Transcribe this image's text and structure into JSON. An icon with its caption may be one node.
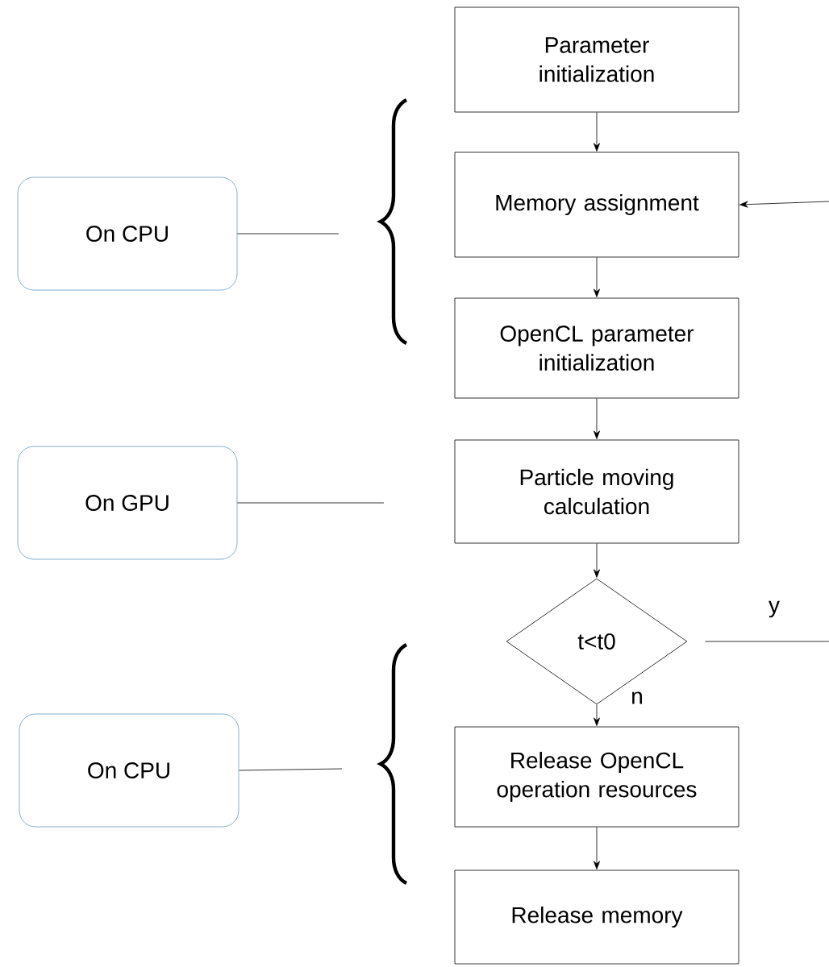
{
  "diagram": {
    "nodes": [
      {
        "text": [
          "Parameter initialization"
        ]
      },
      {
        "text": [
          "Memory assignment"
        ]
      },
      {
        "text": [
          "OpenCL parameter initialization"
        ]
      },
      {
        "text": [
          "Particle moving calculation"
        ]
      },
      {
        "text": [
          "t<t0"
        ]
      },
      {
        "text": [
          "Release OpenCL operation resources"
        ]
      },
      {
        "text": [
          "Release memory"
        ]
      },
      {
        "text": [
          "On CPU"
        ]
      },
      {
        "text": [
          "On GPU"
        ]
      },
      {
        "text": [
          "On CPU"
        ]
      }
    ],
    "edges": [
      {
        "from": 0,
        "to": 1,
        "arrow": "to"
      },
      {
        "from": 1,
        "to": 2,
        "arrow": "to"
      },
      {
        "from": 2,
        "to": 3,
        "arrow": "to"
      },
      {
        "from": 3,
        "to": 4,
        "arrow": "to"
      },
      {
        "from": 4,
        "to": 5,
        "arrow": "to",
        "label": "n"
      },
      {
        "from": 5,
        "to": 6,
        "arrow": "to"
      },
      {
        "from": 4,
        "to": null,
        "arrow": "none",
        "label": "y"
      },
      {
        "from": null,
        "to": 1,
        "arrow": "to"
      },
      {
        "from": 7,
        "to": null,
        "arrow": "none"
      },
      {
        "from": 8,
        "to": null,
        "arrow": "none"
      },
      {
        "from": 9,
        "to": null,
        "arrow": "none"
      }
    ]
  }
}
